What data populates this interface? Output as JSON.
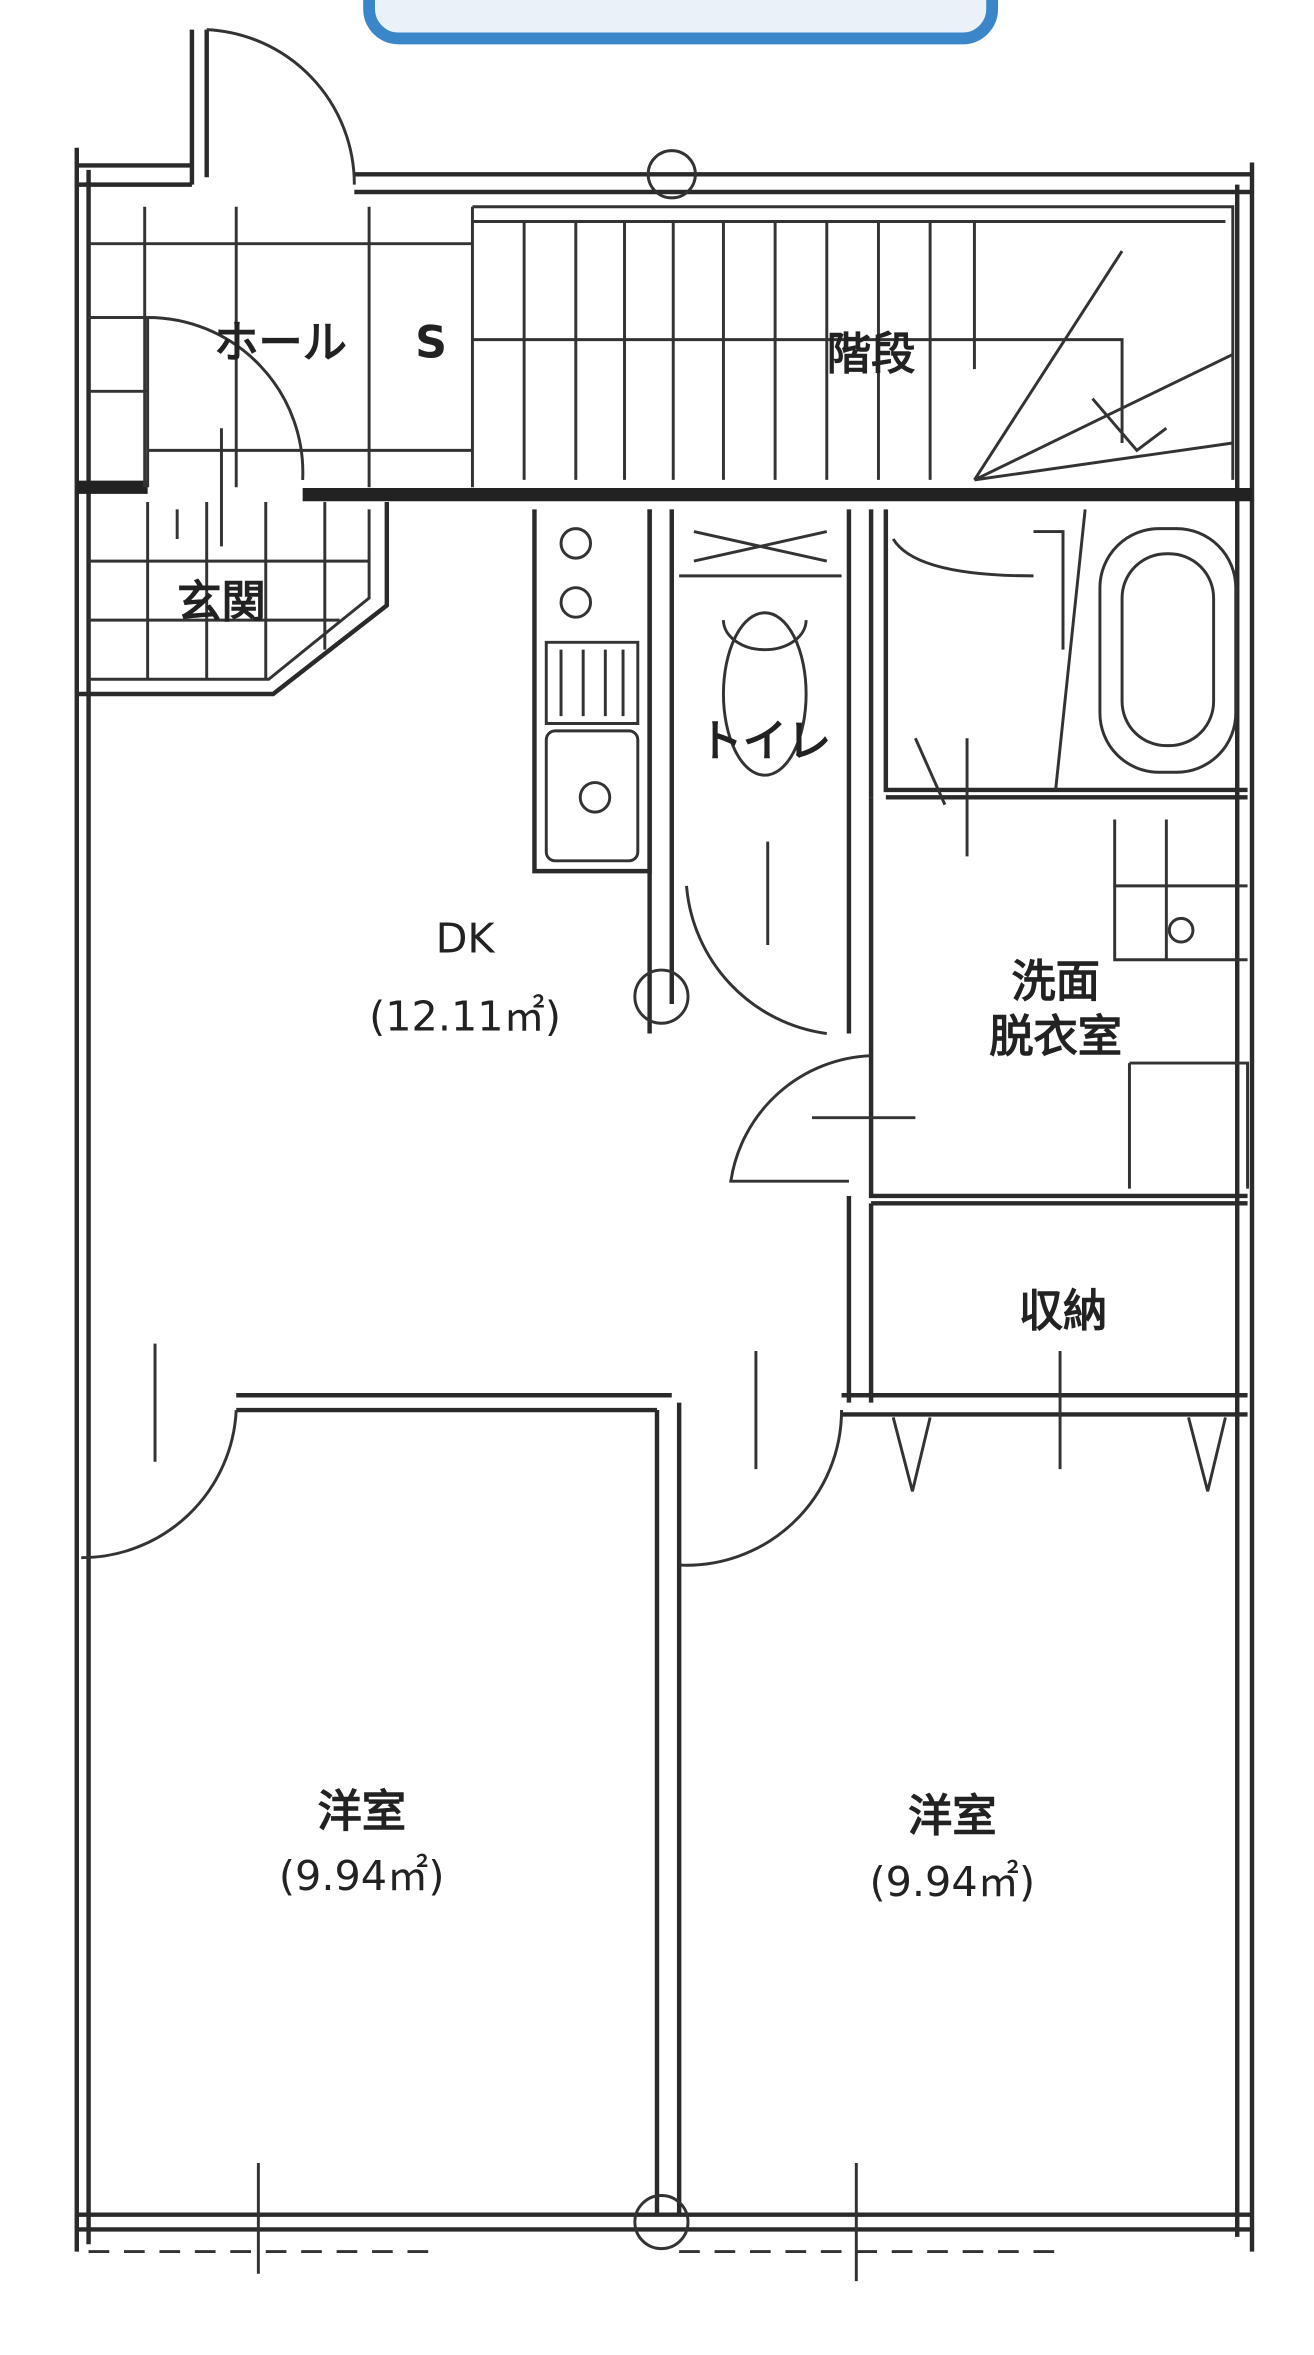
{
  "floorplan": {
    "rooms": {
      "hall": "ホール",
      "stairs": "階段",
      "entrance": "玄関",
      "toilet": "トイレ",
      "dk": "DK",
      "dk_area": "(12.11㎡)",
      "washroom_line1": "洗面",
      "washroom_line2": "脱衣室",
      "storage": "収納",
      "bedroom1": "洋室",
      "bedroom1_area": "(9.94㎡)",
      "bedroom2": "洋室",
      "bedroom2_area": "(9.94㎡)",
      "shoe_storage": "S"
    },
    "colors": {
      "banner_border": "#3a86c8",
      "banner_fill": "#eaf1f8",
      "line": "#2a2a2a"
    }
  }
}
